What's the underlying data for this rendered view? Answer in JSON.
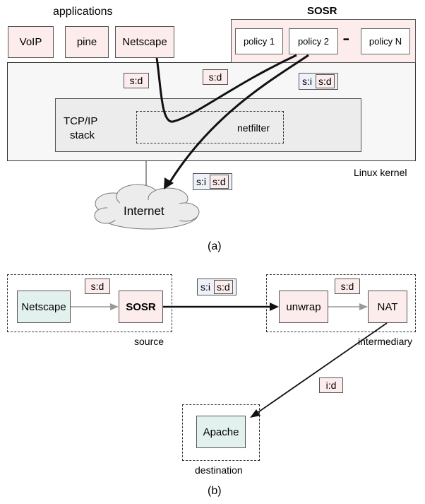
{
  "part_a": {
    "applications_label": "applications",
    "apps": [
      "VoIP",
      "pine",
      "Netscape"
    ],
    "sosr_title": "SOSR",
    "policies": [
      "policy 1",
      "policy 2",
      "policy N"
    ],
    "ellipsis": "•••",
    "tag_sd_1": "s:d",
    "tag_sd_2": "s:d",
    "tag_si_1": "s:i",
    "tag_si_1_inner": "s:d",
    "stack_line1": "TCP/IP",
    "stack_line2": "stack",
    "netfilter": "netfilter",
    "kernel_label": "Linux kernel",
    "tag_si_2": "s:i",
    "tag_si_2_inner": "s:d",
    "internet": "Internet",
    "caption": "(a)"
  },
  "part_b": {
    "source_app": "Netscape",
    "source_sosr": "SOSR",
    "tag_source": "s:d",
    "source_label": "source",
    "tag_mid_outer": "s:i",
    "tag_mid_inner": "s:d",
    "unwrap": "unwrap",
    "nat": "NAT",
    "tag_inter": "s:d",
    "intermediary_label": "intermediary",
    "tag_dest": "i:d",
    "apache": "Apache",
    "destination_label": "destination",
    "caption": "(b)"
  },
  "colors": {
    "pink": "#fdecec",
    "teal": "#e2f1ee",
    "blue_tag": "#eef1fa",
    "kernel_bg": "#f7f7f7",
    "stack_bg": "#ececec"
  }
}
